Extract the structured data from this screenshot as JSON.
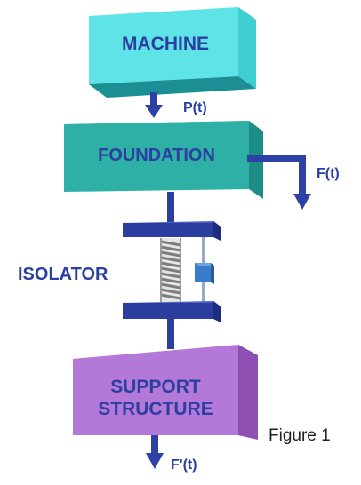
{
  "diagram": {
    "blocks": {
      "machine": {
        "label": "MACHINE"
      },
      "foundation": {
        "label": "FOUNDATION"
      },
      "isolator": {
        "label": "ISOLATOR"
      },
      "support": {
        "line1": "SUPPORT",
        "line2": "STRUCTURE"
      }
    },
    "forces": {
      "p": "P(t)",
      "f": "F(t)",
      "f_prime": "F'(t)"
    },
    "caption": "Figure 1"
  },
  "colors": {
    "machine_front": "#5ee3e6",
    "machine_top": "#9cf1f3",
    "machine_side": "#1c8f94",
    "foundation_front": "#2fb0a6",
    "foundation_top": "#6fd3cb",
    "foundation_side": "#1e8d86",
    "support_front": "#b478d9",
    "support_top": "#d2a6ec",
    "support_side": "#8d4fb2",
    "arrow": "#2e42a5",
    "plate": "#2b3e9f",
    "spring": "#8c8c8c",
    "damper": "#3a7cc9"
  }
}
